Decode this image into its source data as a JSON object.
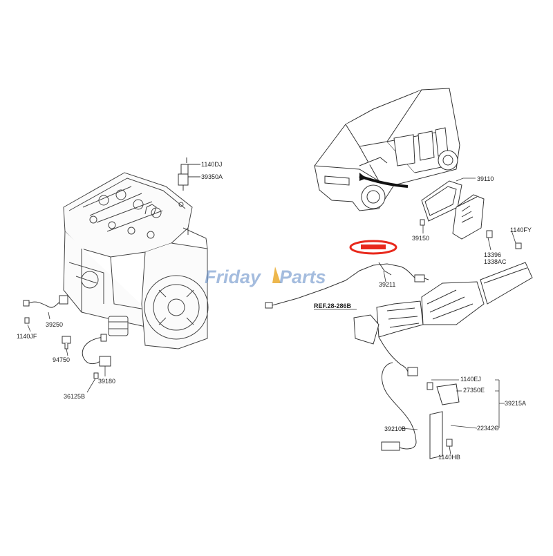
{
  "watermark": {
    "part1": "Friday",
    "part2": "Parts"
  },
  "highlight_color": "#e8281b",
  "callouts": {
    "c1140DJ": "1140DJ",
    "c39350A": "39350A",
    "c39110": "39110",
    "c39150": "39150",
    "c1140FY": "1140FY",
    "c13396": "13396",
    "c1338AC": "1338AC",
    "c39211": "39211",
    "ref": "REF.28-286B",
    "c39250": "39250",
    "c1140JF": "1140JF",
    "c94750": "94750",
    "c39180": "39180",
    "c36125B": "36125B",
    "c1140EJ": "1140EJ",
    "c27350E": "27350E",
    "c39215A": "39215A",
    "c22342C": "22342C",
    "c39210B": "39210B",
    "c1140HB": "1140HB"
  }
}
